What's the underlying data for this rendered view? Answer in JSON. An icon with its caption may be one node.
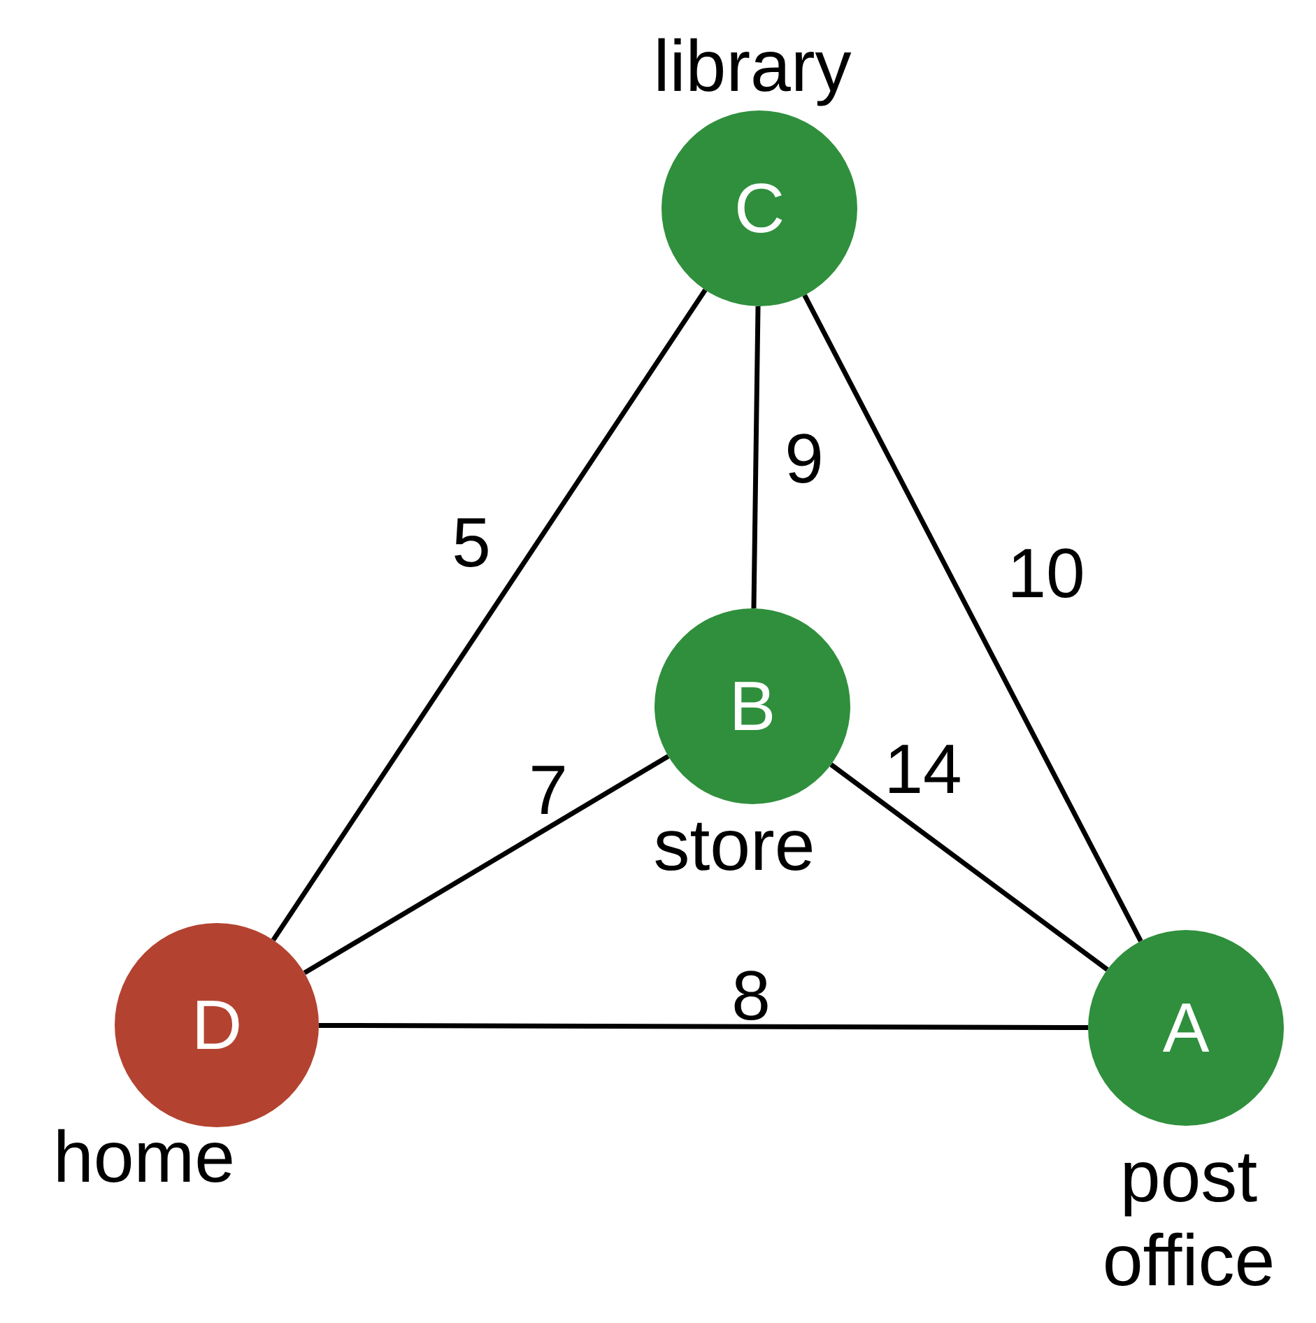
{
  "diagram": {
    "nodes": [
      {
        "text": [
          "C"
        ],
        "beside": [
          "library"
        ]
      },
      {
        "text": [
          "B"
        ],
        "beside": [
          "store"
        ]
      },
      {
        "text": [
          "D"
        ],
        "beside": [
          "home"
        ]
      },
      {
        "text": [
          "A"
        ],
        "beside": [
          "post office"
        ]
      }
    ],
    "edges": [
      {
        "from": 0,
        "to": 2,
        "arrow": "none",
        "label": "5"
      },
      {
        "from": 0,
        "to": 1,
        "arrow": "none",
        "label": "9"
      },
      {
        "from": 0,
        "to": 3,
        "arrow": "none",
        "label": "10"
      },
      {
        "from": 1,
        "to": 2,
        "arrow": "none",
        "label": "7"
      },
      {
        "from": 1,
        "to": 3,
        "arrow": "none",
        "label": "14"
      },
      {
        "from": 2,
        "to": 3,
        "arrow": "none",
        "label": "8"
      }
    ]
  }
}
